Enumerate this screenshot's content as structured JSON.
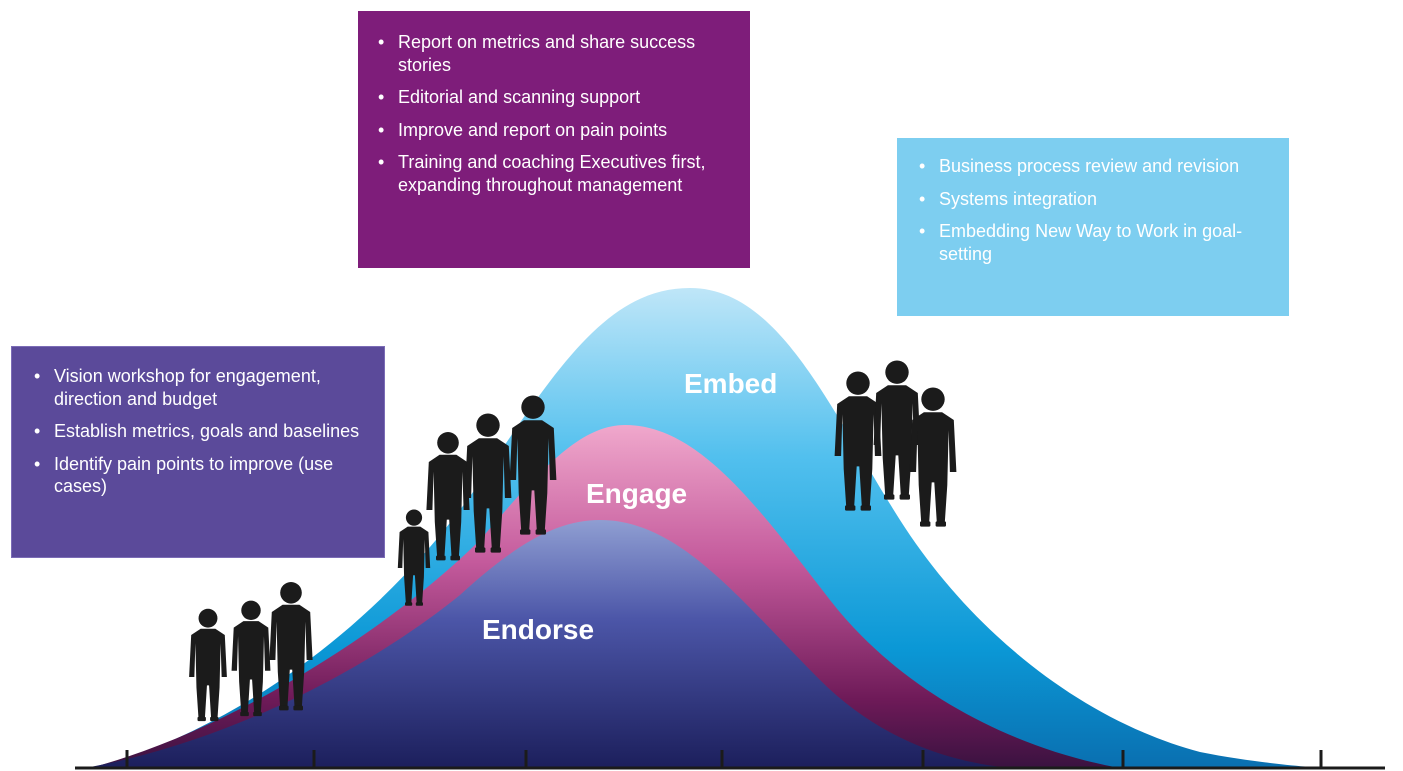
{
  "colors": {
    "endorse_box": "#5b4a9a",
    "engage_box": "#7e1d7a",
    "embed_box": "#7dcef0",
    "embed_curve": "#1aa7e0",
    "engage_curve": "#c2579a",
    "endorse_curve": "#2e2f7c",
    "silhouette": "#1b1b1b"
  },
  "phases": {
    "endorse": {
      "label": "Endorse",
      "bullets": [
        "Vision workshop for engagement, direction and budget",
        "Establish metrics, goals and baselines",
        "Identify pain points to improve (use cases)"
      ]
    },
    "engage": {
      "label": "Engage",
      "bullets": [
        "Report on metrics and share success stories",
        "Editorial and scanning support",
        "Improve and report on pain points",
        "Training and coaching Executives first, expanding throughout management"
      ]
    },
    "embed": {
      "label": "Embed",
      "bullets": [
        "Business process review and revision",
        "Systems integration",
        "Embedding New Way to Work in goal-setting"
      ]
    }
  },
  "icons": [
    "person-silhouette-icon"
  ]
}
